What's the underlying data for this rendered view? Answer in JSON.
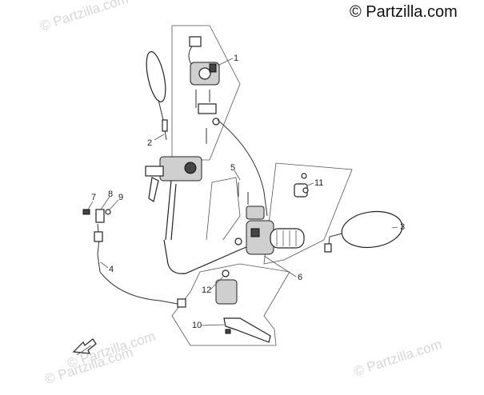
{
  "watermarks": {
    "corner": "© Partzilla.com",
    "faint": "© Partzilla.com"
  },
  "callouts": [
    "1",
    "2",
    "3",
    "4",
    "5",
    "6",
    "7",
    "8",
    "9",
    "10",
    "11",
    "12"
  ],
  "icons": {
    "direction_arrow": "front-arrow-icon"
  }
}
